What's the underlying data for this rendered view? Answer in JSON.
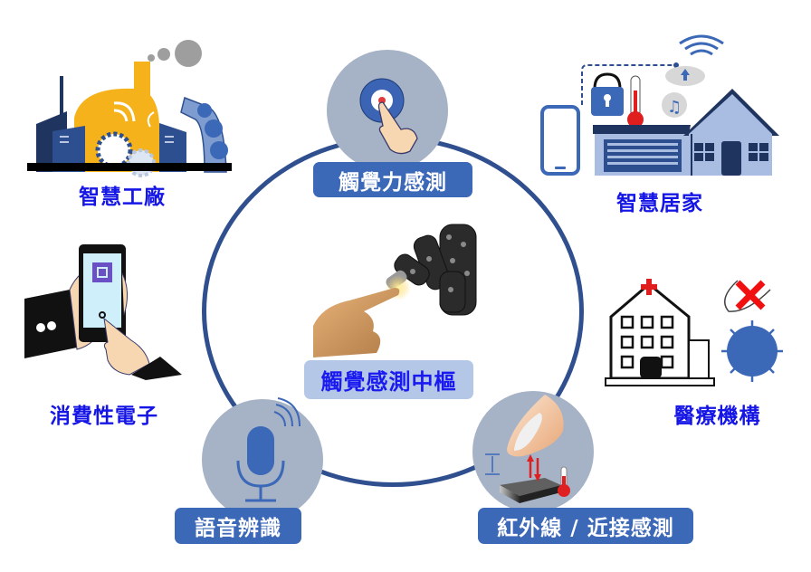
{
  "diagram": {
    "hub": {
      "label": "觸覺感測中樞",
      "icon": "human-robot-finger-touch-icon"
    },
    "sensing_nodes": [
      {
        "label": "觸覺力感測",
        "icon": "finger-press-button-icon"
      },
      {
        "label": "語音辨識",
        "icon": "microphone-icon"
      },
      {
        "label": "紅外線 / 近接感測",
        "icon": "finger-proximity-sensor-icon"
      }
    ],
    "applications": [
      {
        "label": "智慧工廠",
        "icon": "smart-factory-icon"
      },
      {
        "label": "智慧居家",
        "icon": "smart-home-icon"
      },
      {
        "label": "消費性電子",
        "icon": "smartphone-hand-icon"
      },
      {
        "label": "醫療機構",
        "icon": "hospital-virus-icon"
      }
    ]
  },
  "colors": {
    "ring": "#2f4f8f",
    "node_circle": "#a6b2c6",
    "node_label_bg": "#3c68b8",
    "node_label_text": "#ffffff",
    "hub_label_bg": "#b4c7e7",
    "hub_label_text": "#1a1af0",
    "app_label_text": "#1515e6"
  }
}
